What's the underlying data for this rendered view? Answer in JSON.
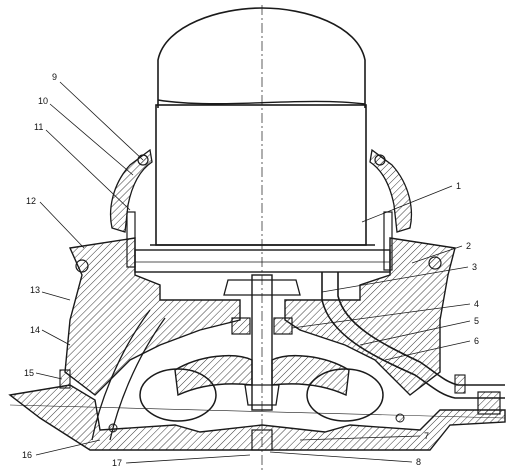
{
  "callouts": {
    "n1": "1",
    "n2": "2",
    "n3": "3",
    "n4": "4",
    "n5": "5",
    "n6": "6",
    "n7": "7",
    "n8": "8",
    "n9": "9",
    "n10": "10",
    "n11": "11",
    "n12": "12",
    "n13": "13",
    "n14": "14",
    "n15": "15",
    "n16": "16",
    "n17": "17"
  },
  "style": {
    "ink": "#1a1a1a",
    "paper": "#ffffff"
  }
}
